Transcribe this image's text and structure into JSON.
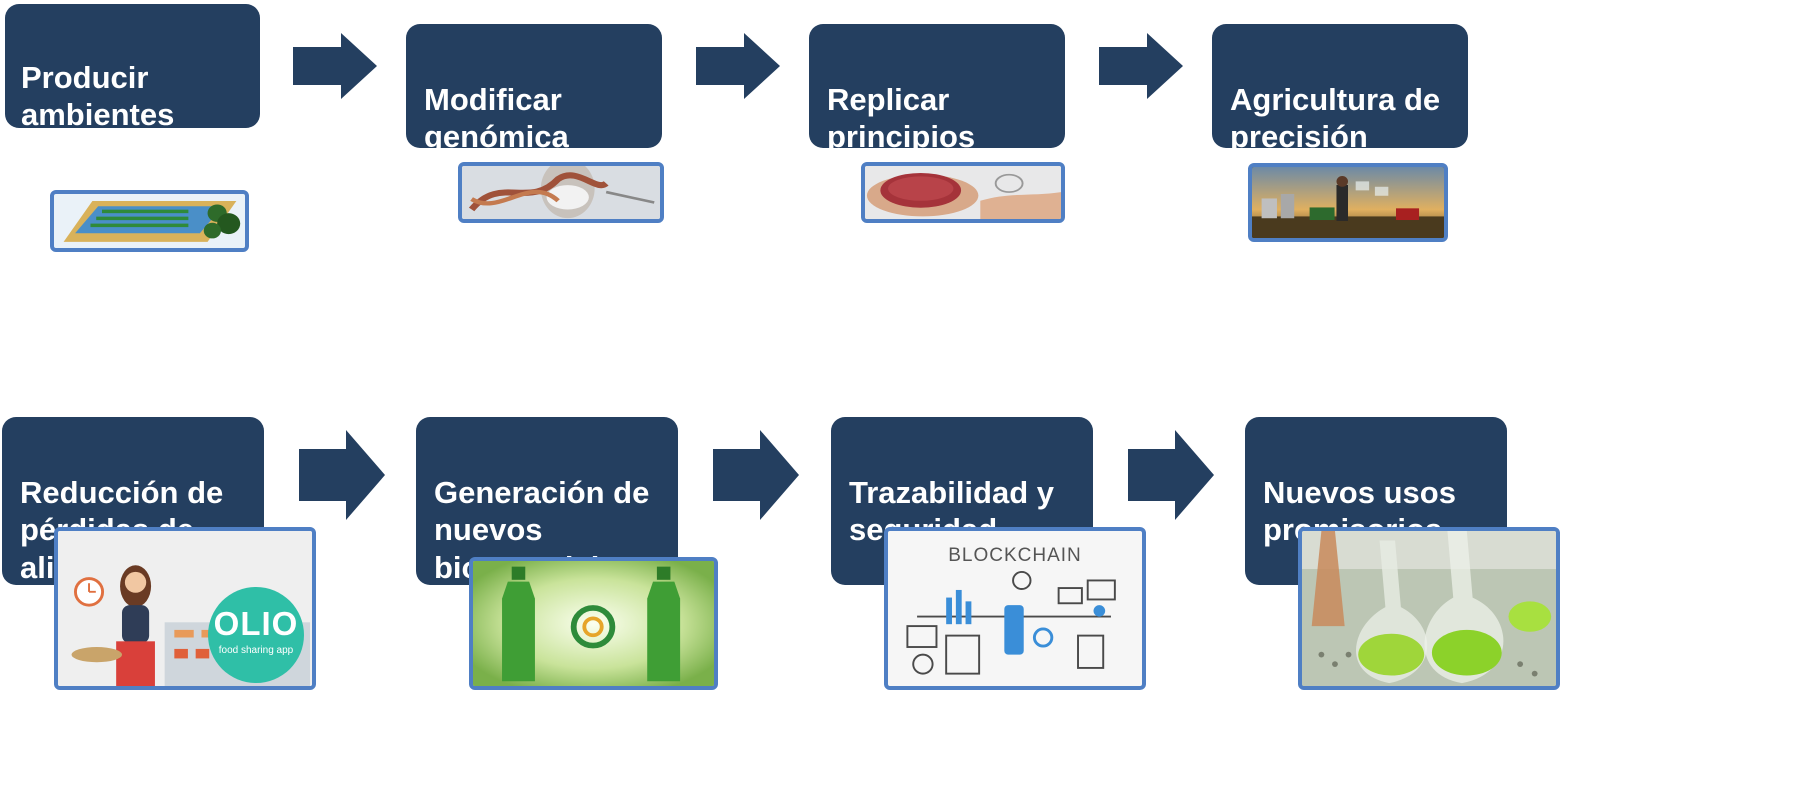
{
  "steps": [
    {
      "label": "Producir\nambientes\n“imposibles”"
    },
    {
      "label": "Modificar\ngenómica"
    },
    {
      "label": "Replicar\nprincipios\nbiológicos"
    },
    {
      "label": "Agricultura de\nprecisión"
    },
    {
      "label": "Reducción de\npérdidas de\nalimentos"
    },
    {
      "label": "Generación de\nnuevos\nbiomateriales"
    },
    {
      "label": "Trazabilidad y\nseguridad"
    },
    {
      "label": "Nuevos usos\npromisorios"
    }
  ],
  "images": {
    "olio": {
      "title": "OLIO",
      "subtitle": "food sharing app"
    },
    "blockchain": {
      "title": "BLOCKCHAIN"
    }
  },
  "colors": {
    "box": "#243f60",
    "arrow": "#243f60",
    "frame": "#4f7fc4"
  }
}
